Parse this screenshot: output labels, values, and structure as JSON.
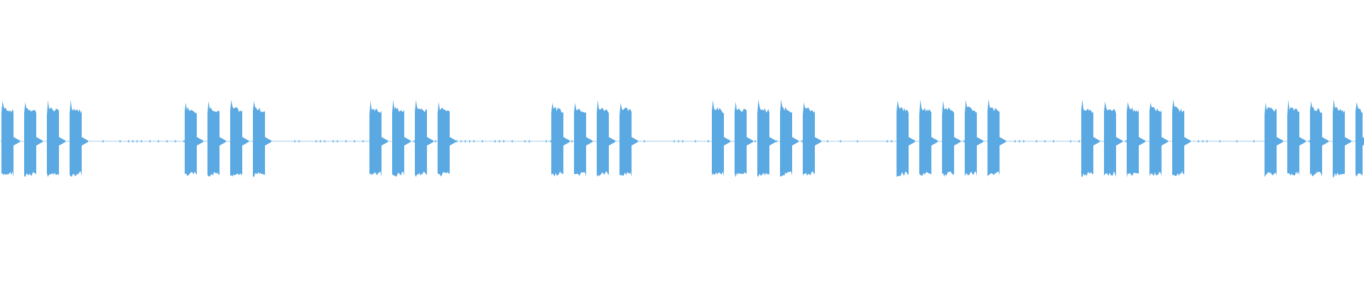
{
  "waveform": {
    "color": "#5aa9e2",
    "background": "#ffffff",
    "burst_groups": 8,
    "bursts_per_group": [
      4,
      4,
      4,
      4,
      5,
      5,
      5,
      5
    ],
    "peak_amplitude": 0.26,
    "silence_level": 0.002
  }
}
